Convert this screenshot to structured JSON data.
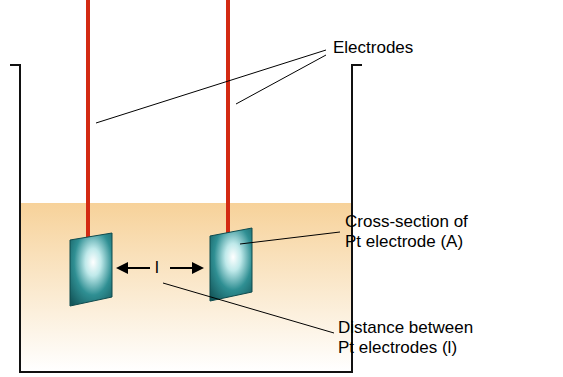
{
  "diagram": {
    "labels": [
      "Electrodes",
      "Cross-section of Pt electrode (A)",
      "Distance between Pt electrodes (l)",
      "l"
    ]
  }
}
